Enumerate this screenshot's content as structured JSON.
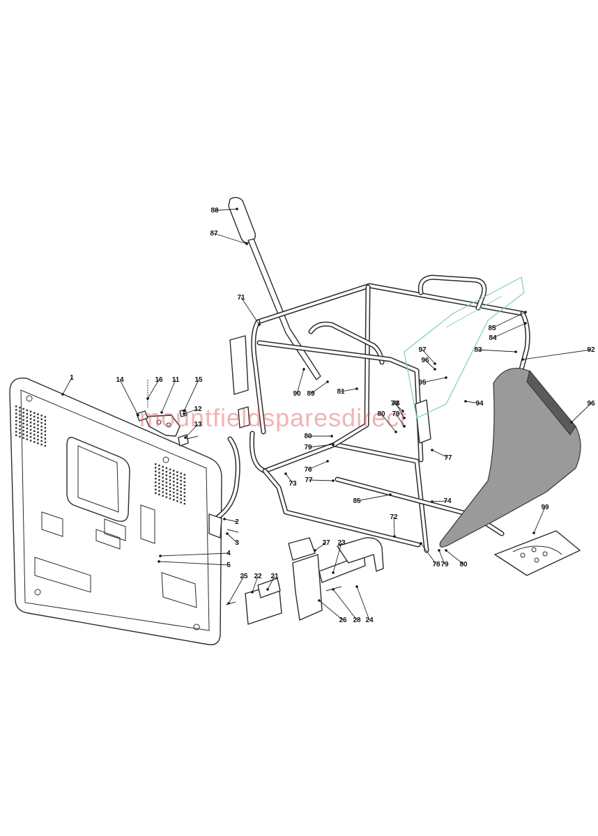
{
  "diagram": {
    "watermark": "mountfieldsparesdirect",
    "colors": {
      "line": "#2a2a2a",
      "bag": "#9a9a9a",
      "bag_dark": "#5a5a5a",
      "chute": "#7fcfb0",
      "watermark": "#e05a5a"
    },
    "labels": [
      "1",
      "2",
      "3",
      "4",
      "5",
      "11",
      "12",
      "13",
      "14",
      "15",
      "16",
      "21",
      "22",
      "23",
      "24",
      "25",
      "26",
      "27",
      "28",
      "71",
      "72",
      "73",
      "74",
      "74",
      "74",
      "76",
      "77",
      "77",
      "78",
      "79",
      "79",
      "79",
      "80",
      "80",
      "80",
      "81",
      "83",
      "84",
      "85",
      "85",
      "87",
      "88",
      "89",
      "90",
      "92",
      "94",
      "95",
      "96",
      "96",
      "97",
      "99"
    ]
  }
}
